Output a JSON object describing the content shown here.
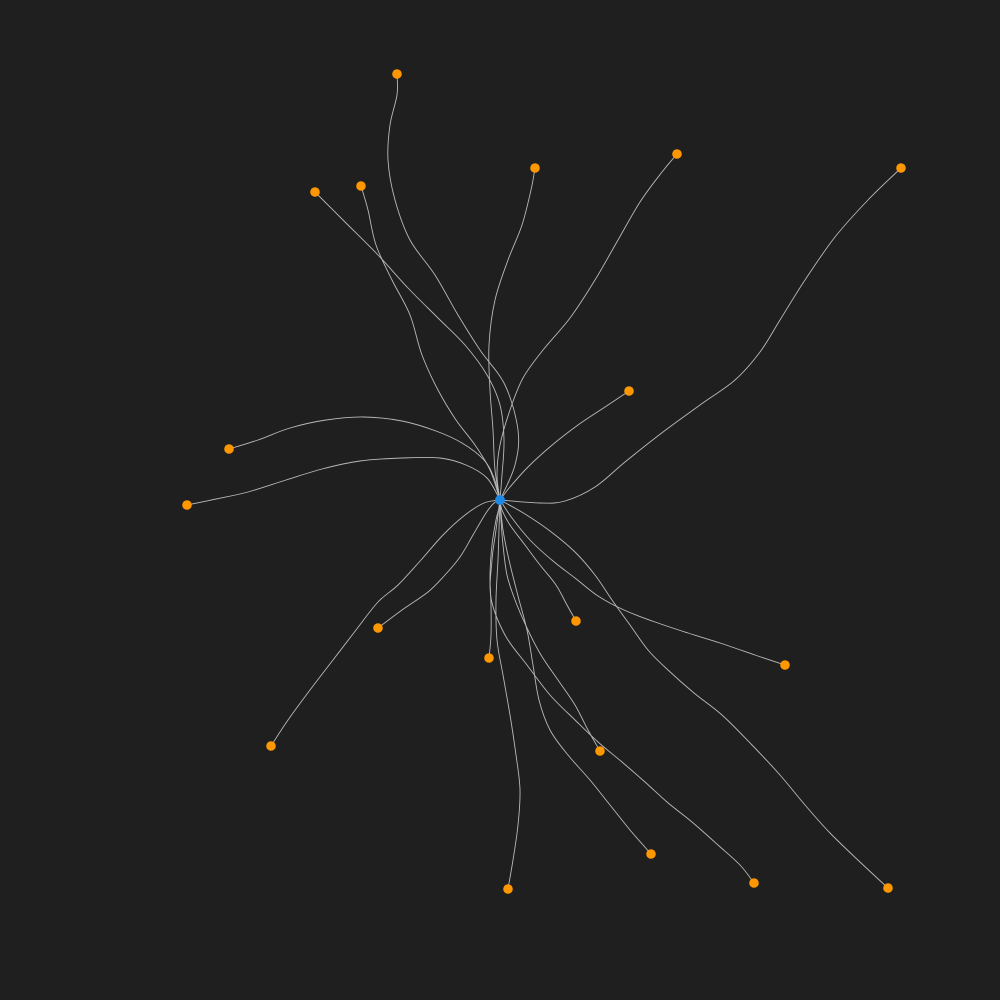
{
  "graph": {
    "background": "#1f1f1f",
    "edge_color": "#b9b9b9",
    "root_color": "#1e88e5",
    "leaf_color": "#ff9800",
    "root": {
      "id": "root"
    },
    "leaves": [
      {
        "id": "leaf-1"
      },
      {
        "id": "leaf-2"
      },
      {
        "id": "leaf-3"
      },
      {
        "id": "leaf-4"
      },
      {
        "id": "leaf-5"
      },
      {
        "id": "leaf-6"
      },
      {
        "id": "leaf-7"
      },
      {
        "id": "leaf-8"
      },
      {
        "id": "leaf-9"
      },
      {
        "id": "leaf-10"
      },
      {
        "id": "leaf-11"
      },
      {
        "id": "leaf-12"
      },
      {
        "id": "leaf-13"
      },
      {
        "id": "leaf-14"
      },
      {
        "id": "leaf-15"
      },
      {
        "id": "leaf-16"
      },
      {
        "id": "leaf-17"
      },
      {
        "id": "leaf-18"
      },
      {
        "id": "leaf-19"
      }
    ]
  }
}
